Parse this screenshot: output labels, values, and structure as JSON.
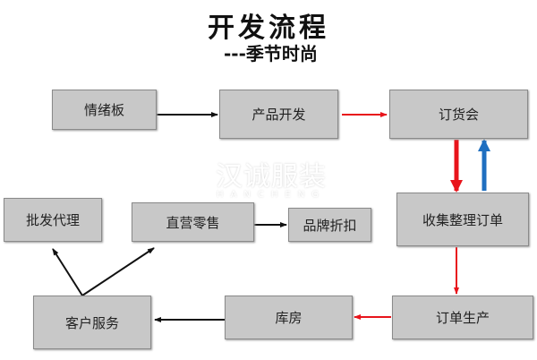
{
  "title": "开发流程",
  "subtitle": "---季节时尚",
  "watermark": {
    "name": "汉诚服装",
    "latin": "HANCHENG"
  },
  "nodes": {
    "mood_board": "情绪板",
    "product_dev": "产品开发",
    "order_fair": "订货会",
    "collect_orders": "收集整理订单",
    "wholesale": "批发代理",
    "retail": "直营零售",
    "brand_discount": "品牌折扣",
    "customer_service": "客户服务",
    "warehouse": "库房",
    "production": "订单生产"
  },
  "colors": {
    "box": "#c8c8c8",
    "black_arrow": "#111111",
    "red_arrow": "#e8141b",
    "blue_arrow": "#1f6fc0"
  }
}
